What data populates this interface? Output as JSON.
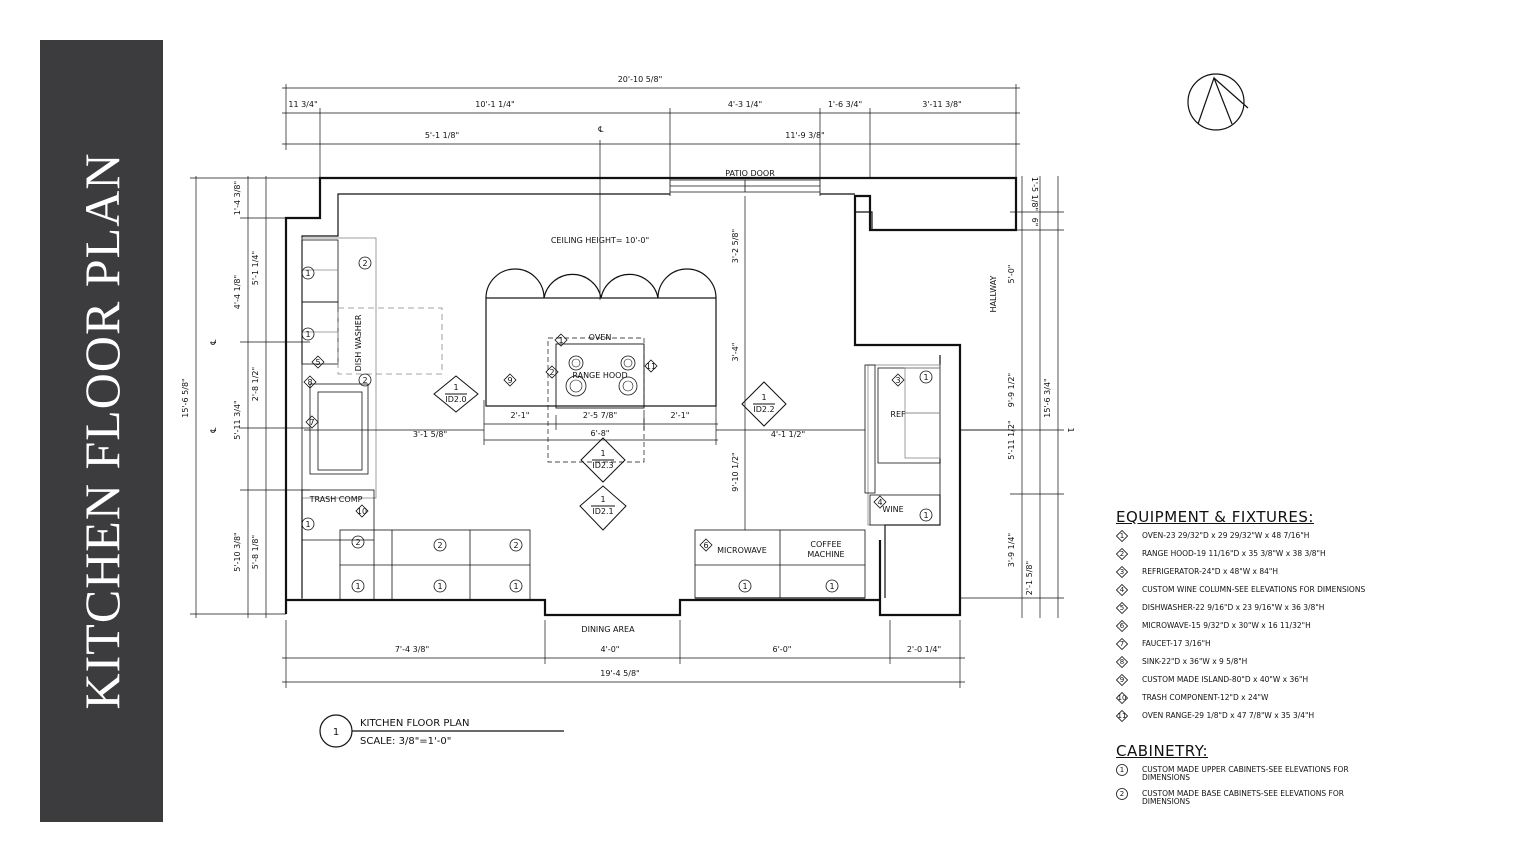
{
  "title": "KITCHEN FLOOR PLAN",
  "dimensions": {
    "top_total": "20'-10 5/8\"",
    "top_segments": [
      "11 3/4\"",
      "10'-1 1/4\"",
      "4'-3 1/4\"",
      "1'-6 3/4\"",
      "3'-11 3/8\""
    ],
    "top_second": [
      "5'-1 1/8\"",
      "11'-9 3/8\""
    ],
    "left_outer": "15'-6 5/8\"",
    "left_segments": [
      "1'-4 3/8\"",
      "4'-4 1/8\"",
      "2'-8 1/2\"",
      "5'-11 3/4\"",
      "5'-10 3/8\""
    ],
    "left_inner": [
      "5'-1 1/4\"",
      "5'-8 1/8\""
    ],
    "right_segments": [
      "1'-5 1/8\"",
      "6\"",
      "9'-9 1/2\"",
      "3'-9 1/4\"",
      "2'-1 5/8\""
    ],
    "right_outer": "15'-6 3/4\"",
    "right_mid": "5'-11 1/2\"",
    "vertical_center": [
      "3'-2 5/8\"",
      "3'-4\"",
      "9'-10 1/2\""
    ],
    "island": [
      "2'-1\"",
      "2'-5 7/8\"",
      "2'-1\"",
      "6'-8\""
    ],
    "horizontal_mid": [
      "3'-1 5/8\"",
      "4'-1 1/2\""
    ],
    "bottom_segments": [
      "7'-4 3/8\"",
      "4'-0\"",
      "6'-0\"",
      "2'-0 1/4\""
    ],
    "bottom_total": "19'-4 5/8\"",
    "hallway_width": "5'-0\""
  },
  "labels": {
    "patio_door": "PATIO DOOR",
    "ceiling": "CEILING HEIGHT= 10'-0\"",
    "oven": "OVEN",
    "range_hood": "RANGE HOOD",
    "dish_washer": "DISH WASHER",
    "trash_comp": "TRASH COMP",
    "ref": "REF",
    "wine": "WINE",
    "microwave": "MICROWAVE",
    "coffee_line1": "COFFEE",
    "coffee_line2": "MACHINE",
    "dining": "DINING AREA",
    "hallway": "HALLWAY",
    "centerline": "℄"
  },
  "sections": [
    "ID2.0",
    "ID2.1",
    "ID2.2",
    "ID2.3"
  ],
  "section_number": "1",
  "plan_title": {
    "number": "1",
    "name": "KITCHEN FLOOR PLAN",
    "scale": "SCALE: 3/8\"=1'-0\""
  },
  "equipment": {
    "heading": "EQUIPMENT & FIXTURES:",
    "items": [
      {
        "n": "1",
        "text": "OVEN-23 29/32\"D x 29 29/32\"W x 48 7/16\"H"
      },
      {
        "n": "2",
        "text": "RANGE HOOD-19 11/16\"D x 35 3/8\"W x 38 3/8\"H"
      },
      {
        "n": "3",
        "text": "REFRIGERATOR-24\"D x 48\"W x 84\"H"
      },
      {
        "n": "4",
        "text": "CUSTOM WINE COLUMN-SEE ELEVATIONS FOR DIMENSIONS"
      },
      {
        "n": "5",
        "text": "DISHWASHER-22 9/16\"D x 23 9/16\"W x 36 3/8\"H"
      },
      {
        "n": "6",
        "text": "MICROWAVE-15 9/32\"D x 30\"W x 16 11/32\"H"
      },
      {
        "n": "7",
        "text": "FAUCET-17 3/16\"H"
      },
      {
        "n": "8",
        "text": "SINK-22\"D x 36\"W x 9 5/8\"H"
      },
      {
        "n": "9",
        "text": "CUSTOM MADE ISLAND-80\"D x 40\"W x 36\"H"
      },
      {
        "n": "10",
        "text": "TRASH COMPONENT-12\"D x 24\"W"
      },
      {
        "n": "11",
        "text": "OVEN RANGE-29 1/8\"D x 47 7/8\"W x 35 3/4\"H"
      }
    ]
  },
  "cabinetry": {
    "heading": "CABINETRY:",
    "items": [
      {
        "n": "1",
        "text": "CUSTOM MADE UPPER CABINETS-SEE ELEVATIONS FOR DIMENSIONS"
      },
      {
        "n": "2",
        "text": "CUSTOM MADE BASE CABINETS-SEE ELEVATIONS FOR DIMENSIONS"
      }
    ]
  }
}
